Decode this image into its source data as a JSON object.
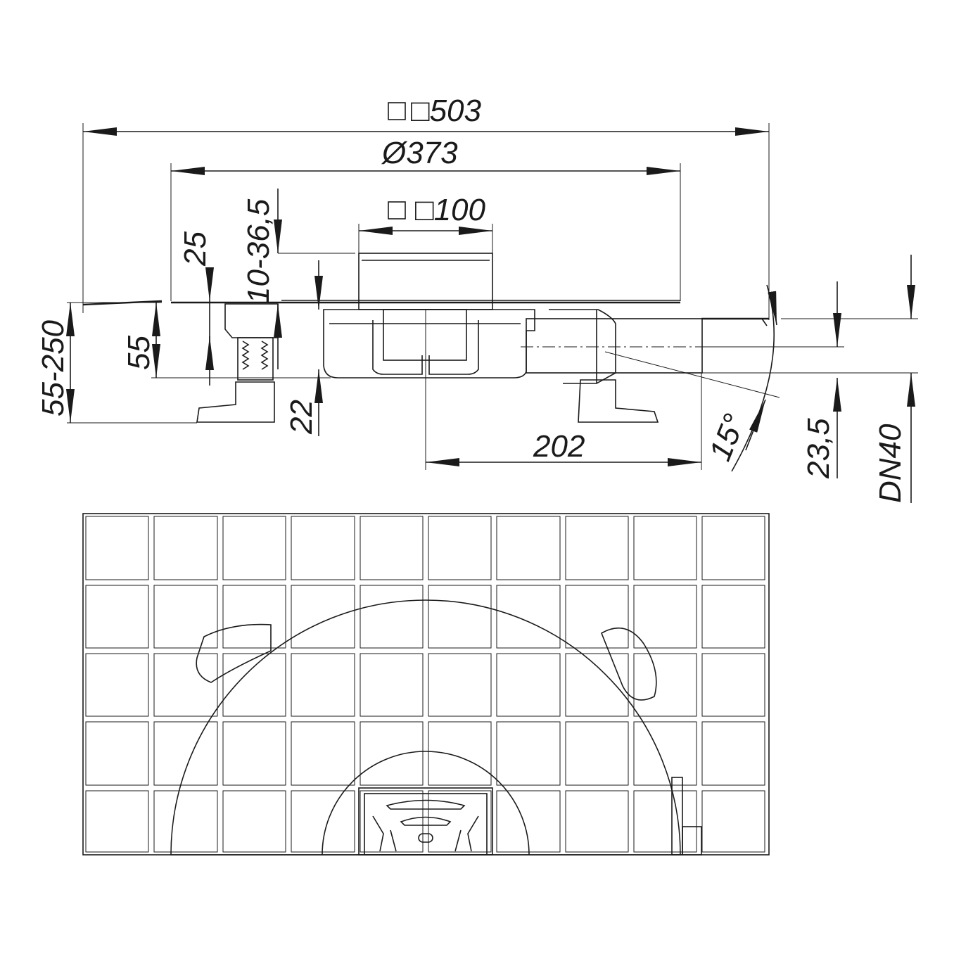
{
  "dimensions": {
    "overall_square": "□503",
    "cover_diameter": "Ø373",
    "grate_square": "□100",
    "cover_thickness": "25",
    "grate_adjust": "10-36,5",
    "install_height": "55-250",
    "body_height": "55",
    "outlet_height": "22",
    "outlet_length": "202",
    "outlet_angle": "15°",
    "outlet_axis": "23,5",
    "pipe_size": "DN40"
  },
  "colors": {
    "line": "#1a1a1a",
    "background": "#ffffff"
  }
}
